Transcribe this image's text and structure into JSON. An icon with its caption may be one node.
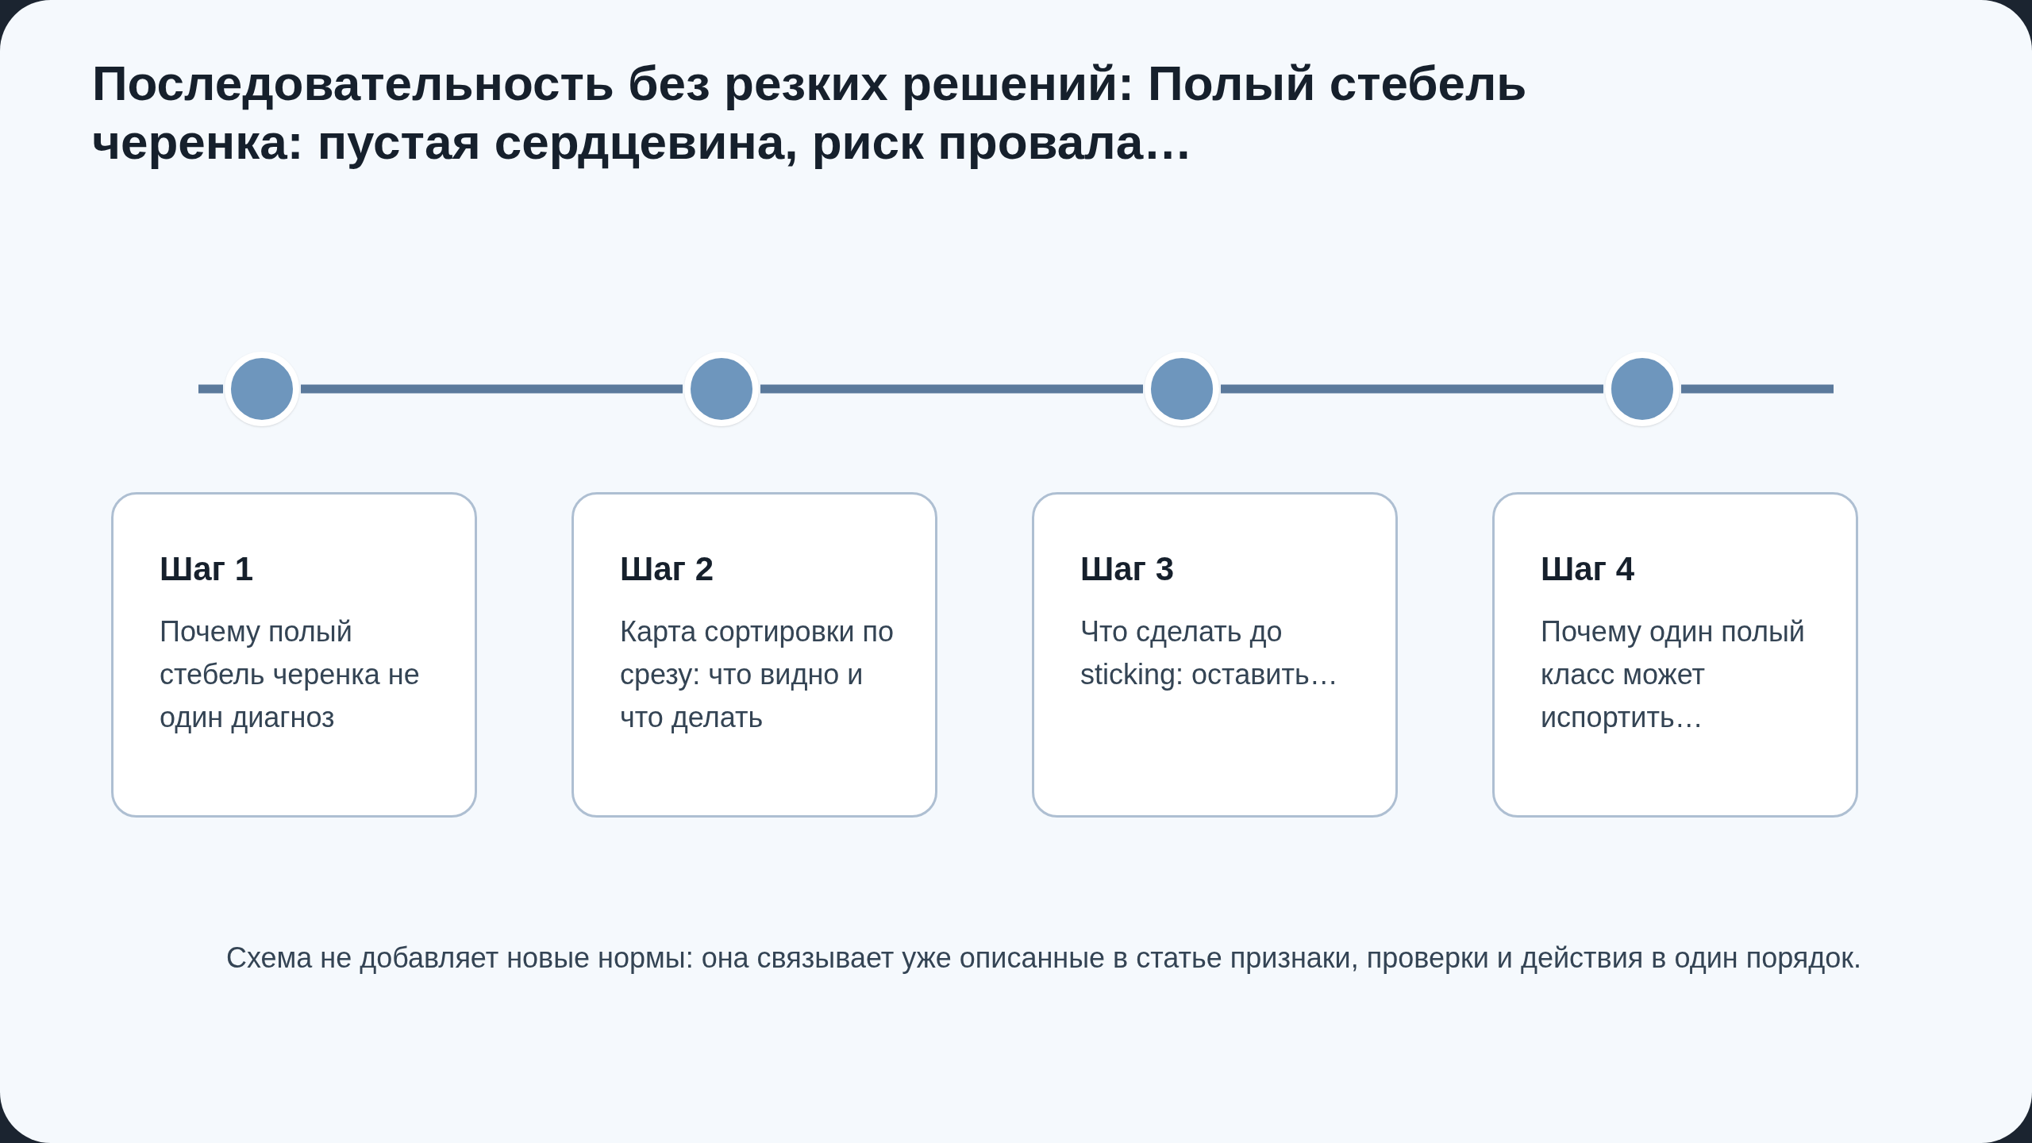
{
  "diagram": {
    "title": "Последовательность без резких решений: Полый стебель черенка: пустая сердцевина, риск провала…",
    "nodes": [
      {
        "text": [],
        "shape": "circle"
      },
      {
        "text": [],
        "shape": "circle"
      },
      {
        "text": [],
        "shape": "circle"
      },
      {
        "text": [],
        "shape": "circle"
      },
      {
        "text": [
          "Шаг 1",
          "Почему полый стебель черенка не один диагноз"
        ]
      },
      {
        "text": [
          "Шаг 2",
          "Карта сортировки по срезу: что видно и что делать"
        ]
      },
      {
        "text": [
          "Шаг 3",
          "Что сделать до sticking: оставить…"
        ]
      },
      {
        "text": [
          "Шаг 4",
          "Почему один полый класс может испортить…"
        ]
      }
    ],
    "edges": [
      {
        "from": 0,
        "to": 1,
        "arrow": "none"
      },
      {
        "from": 1,
        "to": 2,
        "arrow": "none"
      },
      {
        "from": 2,
        "to": 3,
        "arrow": "none"
      }
    ],
    "caption": "Схема не добавляет новые нормы: она связывает уже описанные в статье признаки, проверки и действия в один порядок."
  }
}
